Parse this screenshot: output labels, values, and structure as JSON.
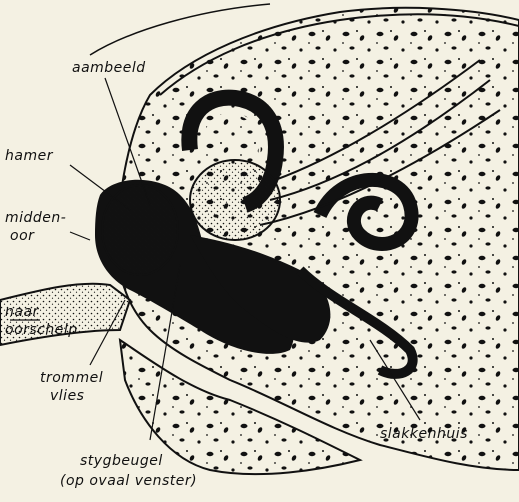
{
  "labels": {
    "aambeeld": "aambeeld",
    "hamer": "hamer",
    "middenoor_1": "midden-",
    "middenoor_2": "oor",
    "naar_1": "naar",
    "naar_2": "oorschelp",
    "trommelvlies_1": "trommel",
    "trommelvlies_2": "vlies",
    "stygbeugel_1": "stygbeugel",
    "stygbeugel_2": "(op ovaal venster)",
    "slakkenhuis": "slakkenhuis"
  },
  "colors": {
    "paper": "#f4f1e3",
    "ink": "#111111"
  }
}
